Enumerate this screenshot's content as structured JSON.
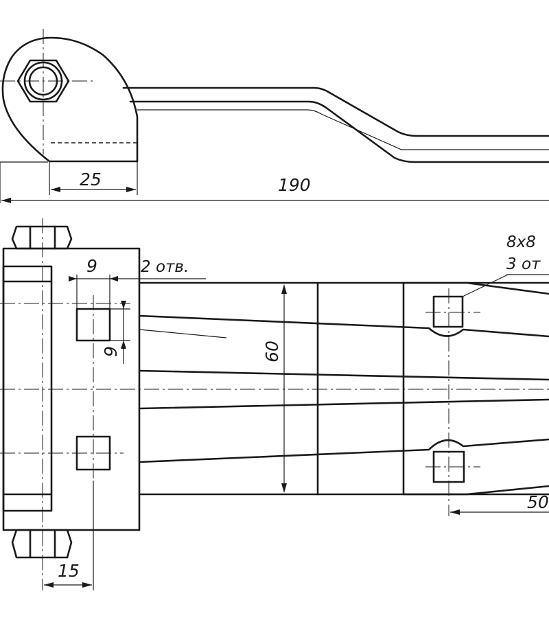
{
  "dimensions": {
    "d25": "25",
    "d190": "190",
    "d9_width": "9",
    "d9_height": "9",
    "d60": "60",
    "d15": "15",
    "d50": "50"
  },
  "notes": {
    "holes_2": "2 отв.",
    "square_size": "8x8",
    "holes_3": "3 от"
  }
}
